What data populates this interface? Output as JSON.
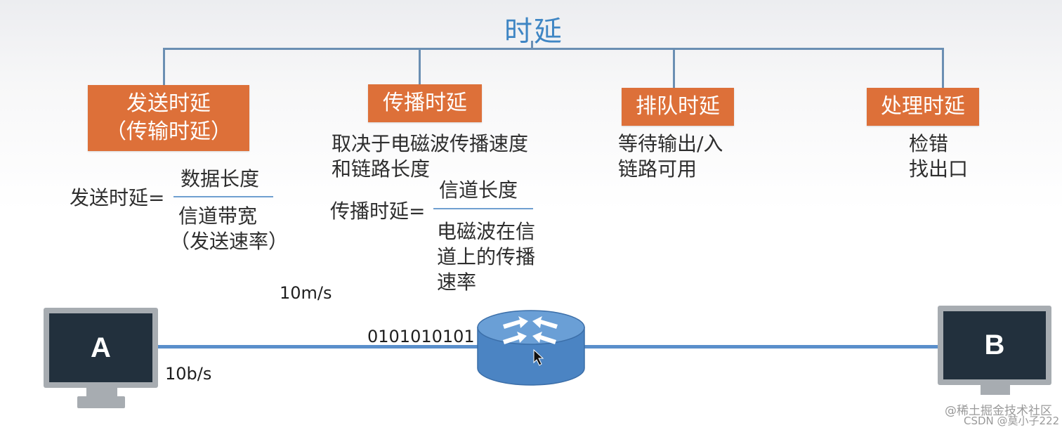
{
  "title": "时延",
  "categories": [
    {
      "label_line1": "发送时延",
      "label_line2": "（传输时延）"
    },
    {
      "label": "传播时延",
      "desc_line1": "取决于电磁波传播速度",
      "desc_line2": "和链路长度"
    },
    {
      "label": "排队时延",
      "desc_line1": "等待输出/入",
      "desc_line2": "链路可用"
    },
    {
      "label": "处理时延",
      "desc_line1": "检错",
      "desc_line2": "找出口"
    }
  ],
  "formula_send": {
    "lhs": "发送时延=",
    "numerator": "数据长度",
    "denominator_line1": "信道带宽",
    "denominator_line2": "（发送速率）"
  },
  "formula_prop": {
    "lhs": "传播时延=",
    "numerator": "信道长度",
    "denominator_line1": "电磁波在信",
    "denominator_line2": "道上的传播",
    "denominator_line3": "速率"
  },
  "network": {
    "host_a": "A",
    "host_b": "B",
    "speed_signal": "10m/s",
    "bits": "0101010101",
    "rate": "10b/s"
  },
  "watermark": {
    "line1": "@稀土掘金技术社区",
    "line2": "CSDN @莫小子222"
  },
  "colors": {
    "title": "#3f86c4",
    "box": "#dd7039",
    "link": "#5a8fcb",
    "router": "#4b84c3",
    "screen": "#22303d"
  }
}
